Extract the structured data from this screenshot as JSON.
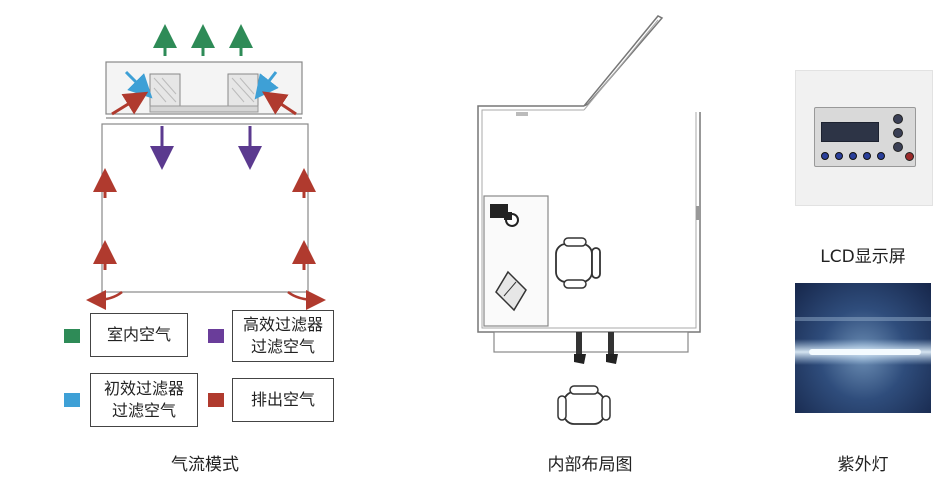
{
  "airflow": {
    "caption": "气流模式",
    "legend": [
      {
        "label": "室内空气",
        "color": "#2e8b57"
      },
      {
        "label": "高效过滤器\n过滤空气",
        "color": "#6a3d9a"
      },
      {
        "label": "初效过滤器\n过滤空气",
        "color": "#3ea0d6"
      },
      {
        "label": "排出空气",
        "color": "#b03a2e"
      }
    ]
  },
  "layout": {
    "caption": "内部布局图"
  },
  "lcd": {
    "caption": "LCD显示屏"
  },
  "uv": {
    "caption": "紫外灯"
  }
}
